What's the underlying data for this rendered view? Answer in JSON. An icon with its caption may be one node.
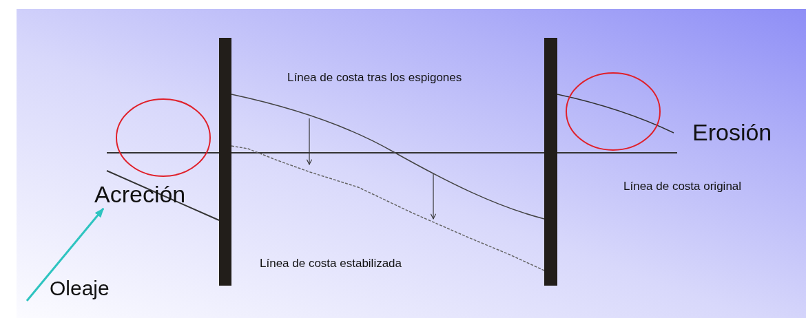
{
  "diagram": {
    "labels": [
      "Línea de costa tras los espigones",
      "Erosión",
      "Acreción",
      "Línea de costa original",
      "Línea de costa estabilizada",
      "Oleaje"
    ]
  }
}
